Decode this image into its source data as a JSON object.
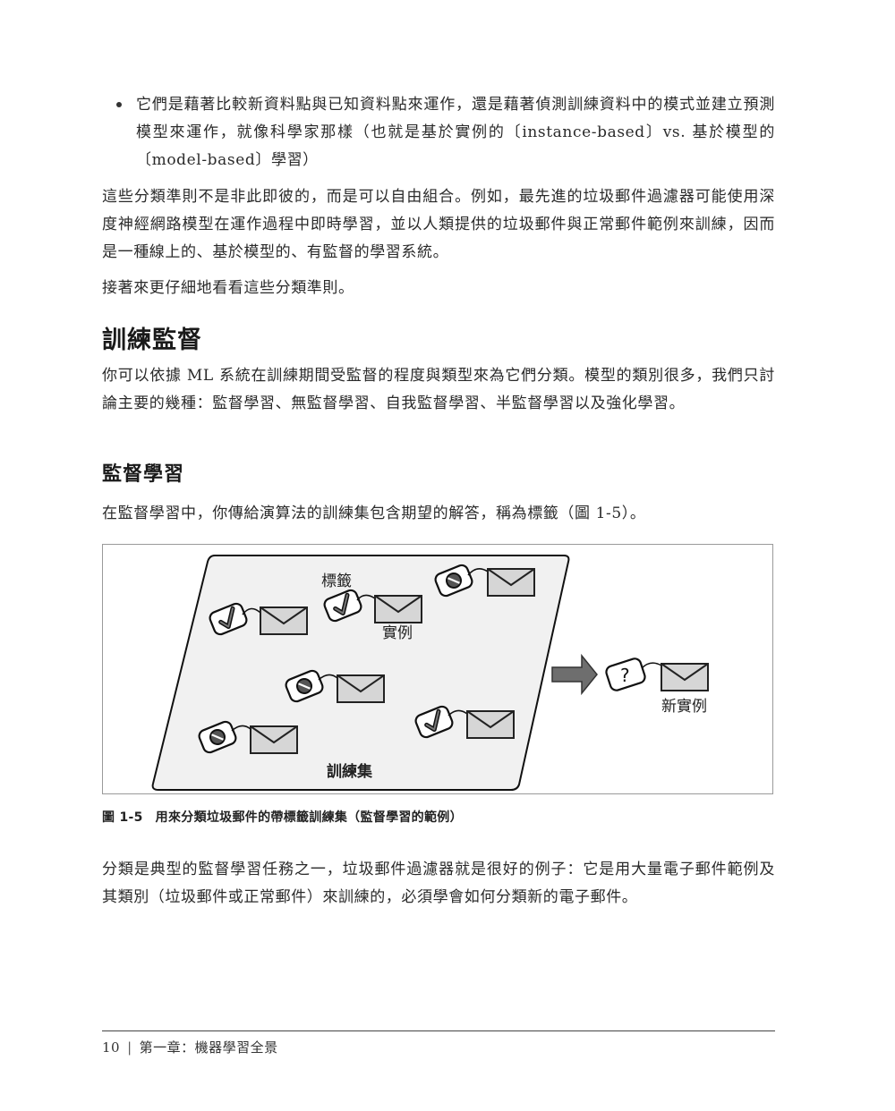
{
  "bullet": {
    "text": "它們是藉著比較新資料點與已知資料點來運作，還是藉著偵測訓練資料中的模式並建立預測模型來運作，就像科學家那樣（也就是基於實例的〔instance-based〕vs. 基於模型的〔model-based〕學習）"
  },
  "paragraphs": {
    "p1": "這些分類準則不是非此即彼的，而是可以自由組合。例如，最先進的垃圾郵件過濾器可能使用深度神經網路模型在運作過程中即時學習，並以人類提供的垃圾郵件與正常郵件範例來訓練，因而是一種線上的、基於模型的、有監督的學習系統。",
    "p2": "接著來更仔細地看看這些分類準則。",
    "p3": "你可以依據 ML 系統在訓練期間受監督的程度與類型來為它們分類。模型的類別很多，我們只討論主要的幾種：監督學習、無監督學習、自我監督學習、半監督學習以及強化學習。",
    "p4": "在監督學習中，你傳給演算法的訓練集包含期望的解答，稱為標籤（圖 1-5）。",
    "p5": "分類是典型的監督學習任務之一，垃圾郵件過濾器就是很好的例子：它是用大量電子郵件範例及其類別（垃圾郵件或正常郵件）來訓練的，必須學會如何分類新的電子郵件。"
  },
  "headings": {
    "h1": "訓練監督",
    "h2": "監督學習"
  },
  "figure": {
    "labels": {
      "label": "標籤",
      "instance": "實例",
      "training_set": "訓練集",
      "new_instance": "新實例",
      "unknown": "?"
    },
    "items": [
      {
        "tag": "check-icon",
        "meaning": "ham"
      },
      {
        "tag": "check-icon",
        "meaning": "ham"
      },
      {
        "tag": "no-entry-icon",
        "meaning": "spam"
      },
      {
        "tag": "no-entry-icon",
        "meaning": "spam"
      },
      {
        "tag": "no-entry-icon",
        "meaning": "spam"
      },
      {
        "tag": "check-icon",
        "meaning": "ham"
      }
    ],
    "colors": {
      "parallelogram_fill": "#f1f1f1",
      "envelope_fill": "#d6d6d6",
      "arrow_fill": "#6e6e6e",
      "stroke": "#222222"
    },
    "caption_number": "圖 1-5",
    "caption_text": "用來分類垃圾郵件的帶標籤訓練集（監督學習的範例）"
  },
  "footer": {
    "page_number": "10",
    "separator": "|",
    "chapter": "第一章：機器學習全景"
  }
}
